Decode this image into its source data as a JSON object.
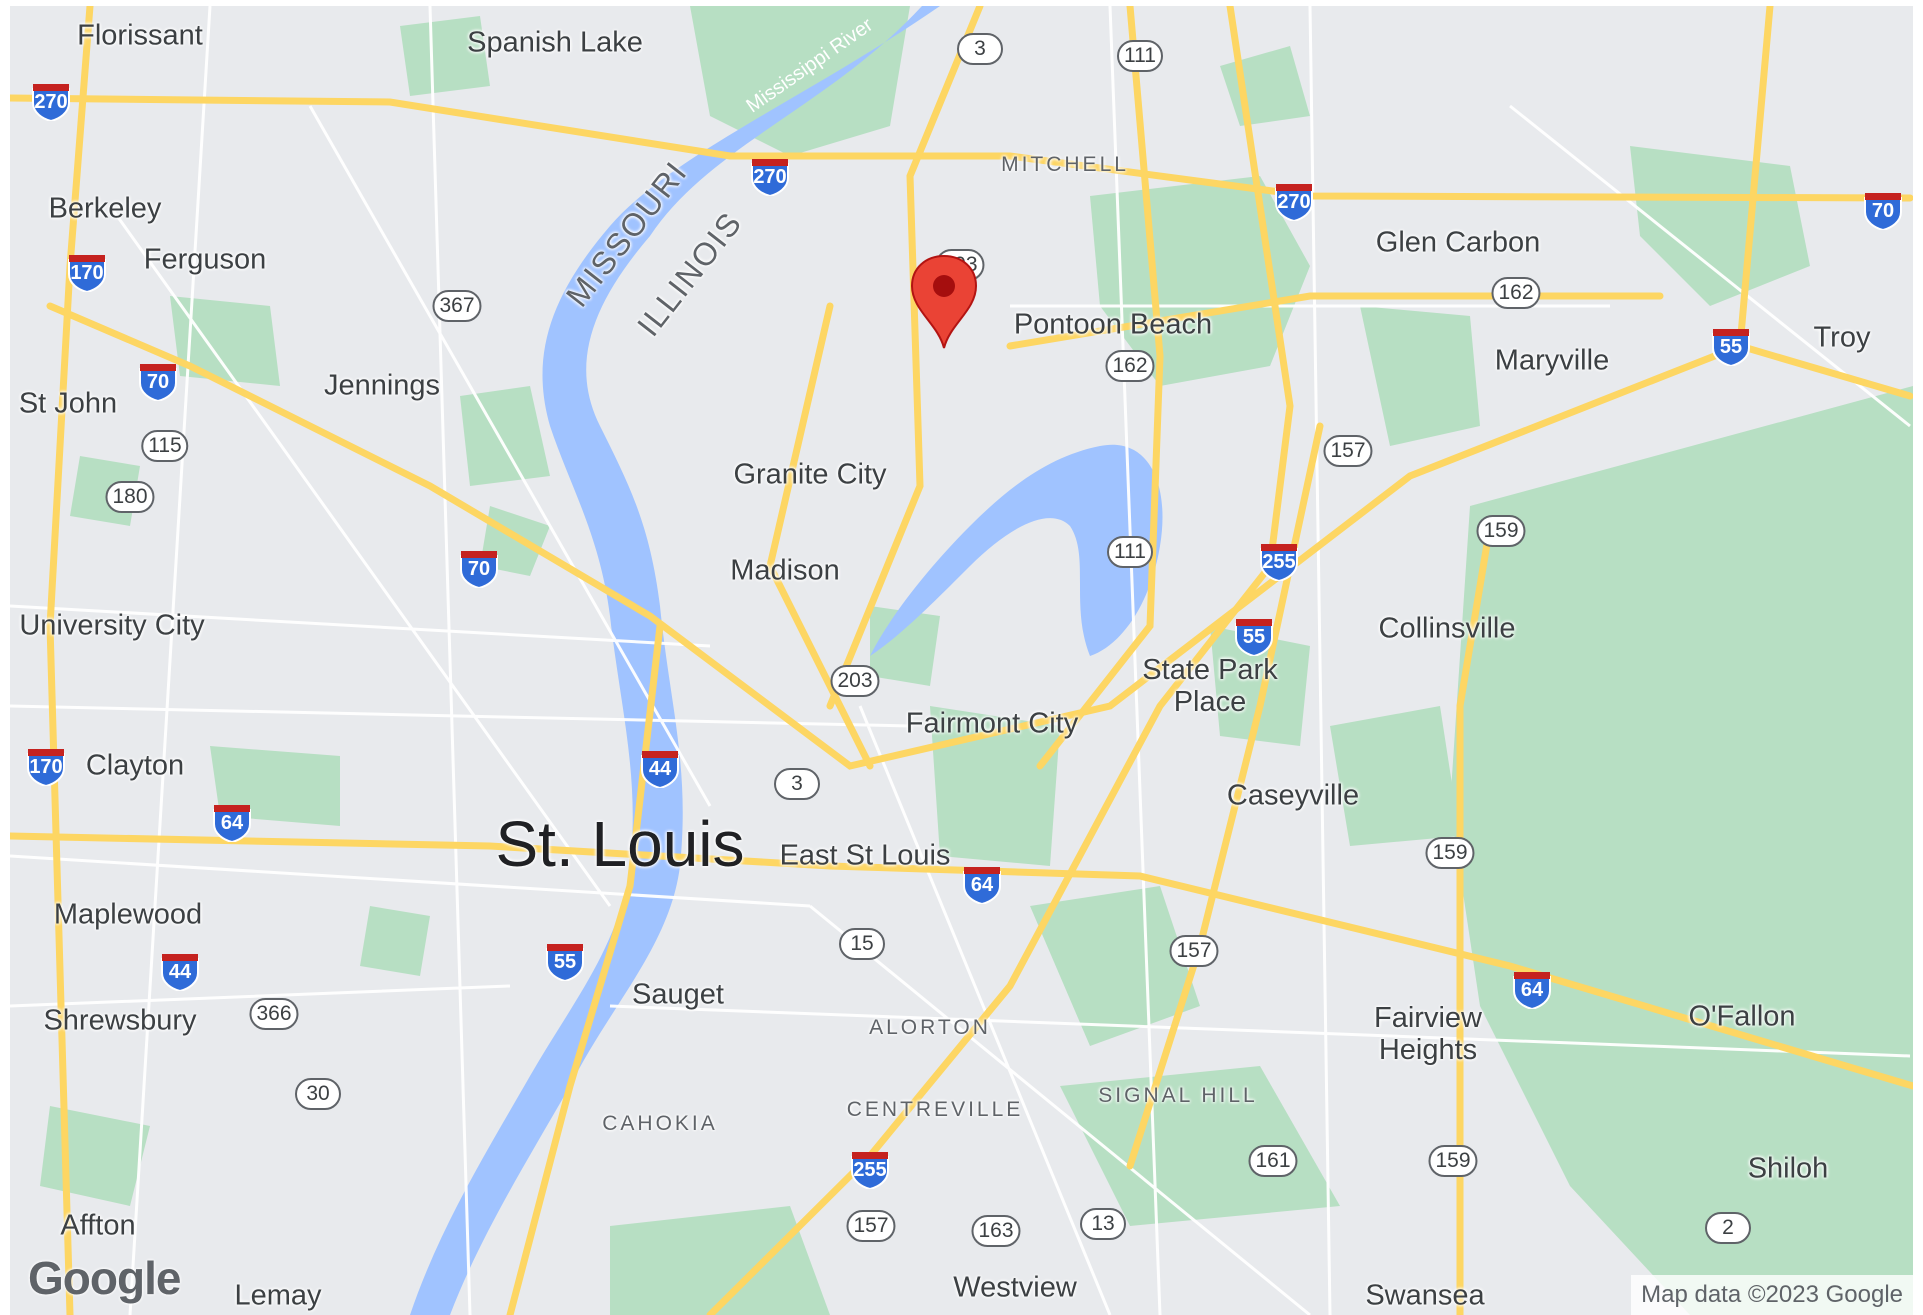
{
  "map": {
    "colors": {
      "land": "#e8eaed",
      "park": "#b7dfc3",
      "water": "#a0c3ff",
      "major_road": "#fdd663",
      "minor_road": "#ffffff",
      "pin": "#ea4335"
    },
    "marker": {
      "icon": "map-pin-icon",
      "color": "#ea4335"
    },
    "places": [
      {
        "id": "florissant",
        "label": "Florissant"
      },
      {
        "id": "spanish-lake",
        "label": "Spanish Lake"
      },
      {
        "id": "berkeley",
        "label": "Berkeley"
      },
      {
        "id": "ferguson",
        "label": "Ferguson"
      },
      {
        "id": "jennings",
        "label": "Jennings"
      },
      {
        "id": "st-john",
        "label": "St John"
      },
      {
        "id": "university-city",
        "label": "University City"
      },
      {
        "id": "clayton",
        "label": "Clayton"
      },
      {
        "id": "maplewood",
        "label": "Maplewood"
      },
      {
        "id": "shrewsbury",
        "label": "Shrewsbury"
      },
      {
        "id": "affton",
        "label": "Affton"
      },
      {
        "id": "lemay",
        "label": "Lemay"
      },
      {
        "id": "st-louis",
        "label": "St. Louis"
      },
      {
        "id": "granite-city",
        "label": "Granite City"
      },
      {
        "id": "madison",
        "label": "Madison"
      },
      {
        "id": "pontoon-beach",
        "label": "Pontoon Beach"
      },
      {
        "id": "glen-carbon",
        "label": "Glen Carbon"
      },
      {
        "id": "maryville",
        "label": "Maryville"
      },
      {
        "id": "troy",
        "label": "Troy"
      },
      {
        "id": "collinsville",
        "label": "Collinsville"
      },
      {
        "id": "state-park-place",
        "label": "State Park Place"
      },
      {
        "id": "fairmont-city",
        "label": "Fairmont City"
      },
      {
        "id": "caseyville",
        "label": "Caseyville"
      },
      {
        "id": "east-st-louis",
        "label": "East St Louis"
      },
      {
        "id": "sauget",
        "label": "Sauget"
      },
      {
        "id": "fairview-heights",
        "label": "Fairview Heights"
      },
      {
        "id": "ofallon",
        "label": "O'Fallon"
      },
      {
        "id": "shiloh",
        "label": "Shiloh"
      },
      {
        "id": "swansea",
        "label": "Swansea"
      },
      {
        "id": "westview",
        "label": "Westview"
      },
      {
        "id": "mitchell",
        "label": "MITCHELL"
      },
      {
        "id": "alorton",
        "label": "ALORTON"
      },
      {
        "id": "cahokia",
        "label": "CAHOKIA"
      },
      {
        "id": "centreville",
        "label": "CENTREVILLE"
      },
      {
        "id": "signal-hill",
        "label": "SIGNAL HILL"
      },
      {
        "id": "missouri",
        "label": "MISSOURI"
      },
      {
        "id": "illinois",
        "label": "ILLINOIS"
      },
      {
        "id": "mississippi-river",
        "label": "Mississippi River"
      }
    ],
    "interstate_shields": [
      {
        "id": "i270-w",
        "label": "270"
      },
      {
        "id": "i270-c",
        "label": "270"
      },
      {
        "id": "i270-e",
        "label": "270"
      },
      {
        "id": "i170-n",
        "label": "170"
      },
      {
        "id": "i170-s",
        "label": "170"
      },
      {
        "id": "i70-nw",
        "label": "70"
      },
      {
        "id": "i70-c",
        "label": "70"
      },
      {
        "id": "i70-e",
        "label": "70"
      },
      {
        "id": "i55-ne",
        "label": "55"
      },
      {
        "id": "i55-c",
        "label": "55"
      },
      {
        "id": "i55-s",
        "label": "55"
      },
      {
        "id": "i255-n",
        "label": "255"
      },
      {
        "id": "i255-s",
        "label": "255"
      },
      {
        "id": "i64-w",
        "label": "64"
      },
      {
        "id": "i64-c",
        "label": "64"
      },
      {
        "id": "i64-e",
        "label": "64"
      },
      {
        "id": "i44-c",
        "label": "44"
      },
      {
        "id": "i44-s",
        "label": "44"
      }
    ],
    "route_shields": [
      {
        "id": "r3-n",
        "label": "3"
      },
      {
        "id": "r111-n",
        "label": "111"
      },
      {
        "id": "r203-n",
        "label": "203"
      },
      {
        "id": "r367",
        "label": "367"
      },
      {
        "id": "r162-w",
        "label": "162"
      },
      {
        "id": "r162-e",
        "label": "162"
      },
      {
        "id": "r115",
        "label": "115"
      },
      {
        "id": "r180",
        "label": "180"
      },
      {
        "id": "r157-n",
        "label": "157"
      },
      {
        "id": "r159-n",
        "label": "159"
      },
      {
        "id": "r111-s",
        "label": "111"
      },
      {
        "id": "r203-s",
        "label": "203"
      },
      {
        "id": "r3-s",
        "label": "3"
      },
      {
        "id": "r159-c",
        "label": "159"
      },
      {
        "id": "r15",
        "label": "15"
      },
      {
        "id": "r157-c",
        "label": "157"
      },
      {
        "id": "r366",
        "label": "366"
      },
      {
        "id": "r30",
        "label": "30"
      },
      {
        "id": "r161",
        "label": "161"
      },
      {
        "id": "r159-s",
        "label": "159"
      },
      {
        "id": "r2",
        "label": "2"
      },
      {
        "id": "r157-s",
        "label": "157"
      },
      {
        "id": "r163",
        "label": "163"
      },
      {
        "id": "r13",
        "label": "13"
      }
    ],
    "logo": "Google",
    "attribution": "Map data ©2023 Google"
  }
}
